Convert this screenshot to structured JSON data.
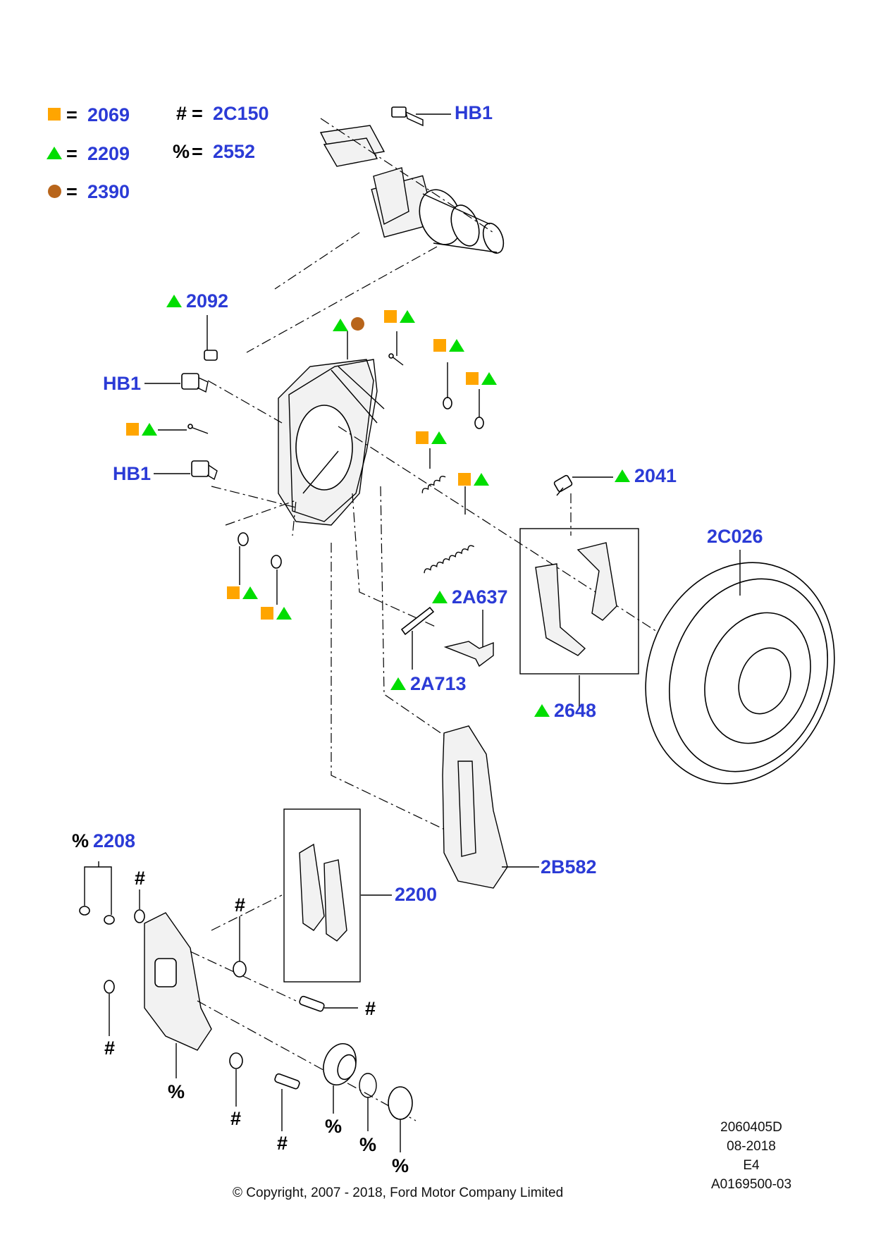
{
  "legend": {
    "square": {
      "code": "2069",
      "color": "#ffa500"
    },
    "triangle": {
      "code": "2209",
      "color": "#00dd00"
    },
    "circle": {
      "code": "2390",
      "color": "#b8651b"
    },
    "hash": {
      "symbol": "#",
      "code": "2C150"
    },
    "percent": {
      "symbol": "%",
      "code": "2552"
    },
    "equals": "="
  },
  "labels": {
    "hb1_top": "HB1",
    "hb1_mid": "HB1",
    "hb1_low": "HB1",
    "p2092": "2092",
    "p2041": "2041",
    "p2C026": "2C026",
    "p2A637": "2A637",
    "p2A713": "2A713",
    "p2648": "2648",
    "p2B582": "2B582",
    "p2200": "2200",
    "p2208": "2208"
  },
  "symbols": {
    "percent": "%",
    "hash": "#"
  },
  "footer": {
    "code": "2060405D",
    "date": "08-2018",
    "rev": "E4",
    "ref": "A0169500-03",
    "copyright": "© Copyright, 2007 - 2018, Ford Motor Company Limited"
  },
  "colors": {
    "label_blue": "#2b3bd6",
    "line": "#000000"
  }
}
